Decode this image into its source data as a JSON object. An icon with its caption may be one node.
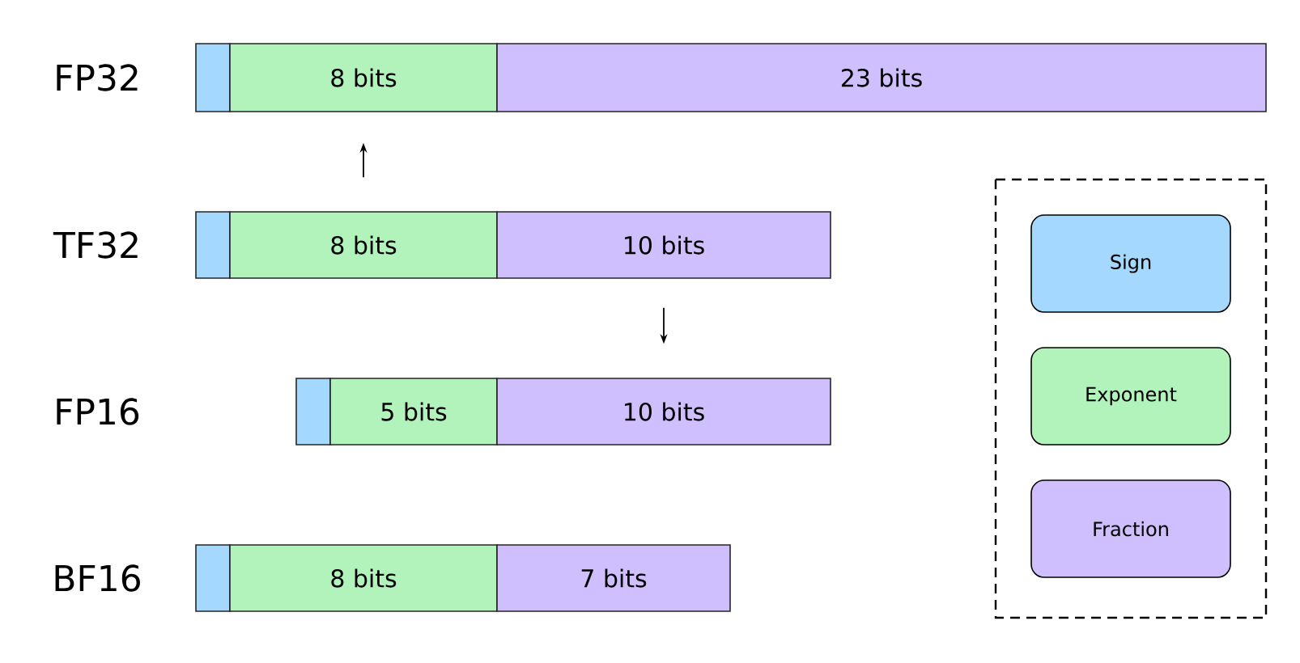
{
  "diagram": {
    "nodes": [
      {
        "text": [],
        "shape": "box"
      },
      {
        "text": [
          "8 bits"
        ]
      },
      {
        "text": [
          "23 bits"
        ]
      },
      {
        "text": [],
        "shape": "box"
      },
      {
        "text": [
          "8 bits"
        ]
      },
      {
        "text": [
          "10 bits"
        ]
      },
      {
        "text": [],
        "shape": "box"
      },
      {
        "text": [
          "5 bits"
        ]
      },
      {
        "text": [
          "10 bits"
        ]
      },
      {
        "text": [],
        "shape": "box"
      },
      {
        "text": [
          "8 bits"
        ]
      },
      {
        "text": [
          "7 bits"
        ]
      }
    ],
    "edges": [
      {
        "from": 4,
        "to": 1,
        "arrow": "to"
      },
      {
        "from": 5,
        "to": 8,
        "arrow": "to"
      }
    ],
    "labels": [
      "FP32",
      "TF32",
      "FP16",
      "BF16"
    ],
    "legend": [
      {
        "text": "Sign",
        "color": "#a5d8ff"
      },
      {
        "text": "Exponent",
        "color": "#b2f2bb"
      },
      {
        "text": "Fraction",
        "color": "#d0bfff"
      }
    ]
  }
}
